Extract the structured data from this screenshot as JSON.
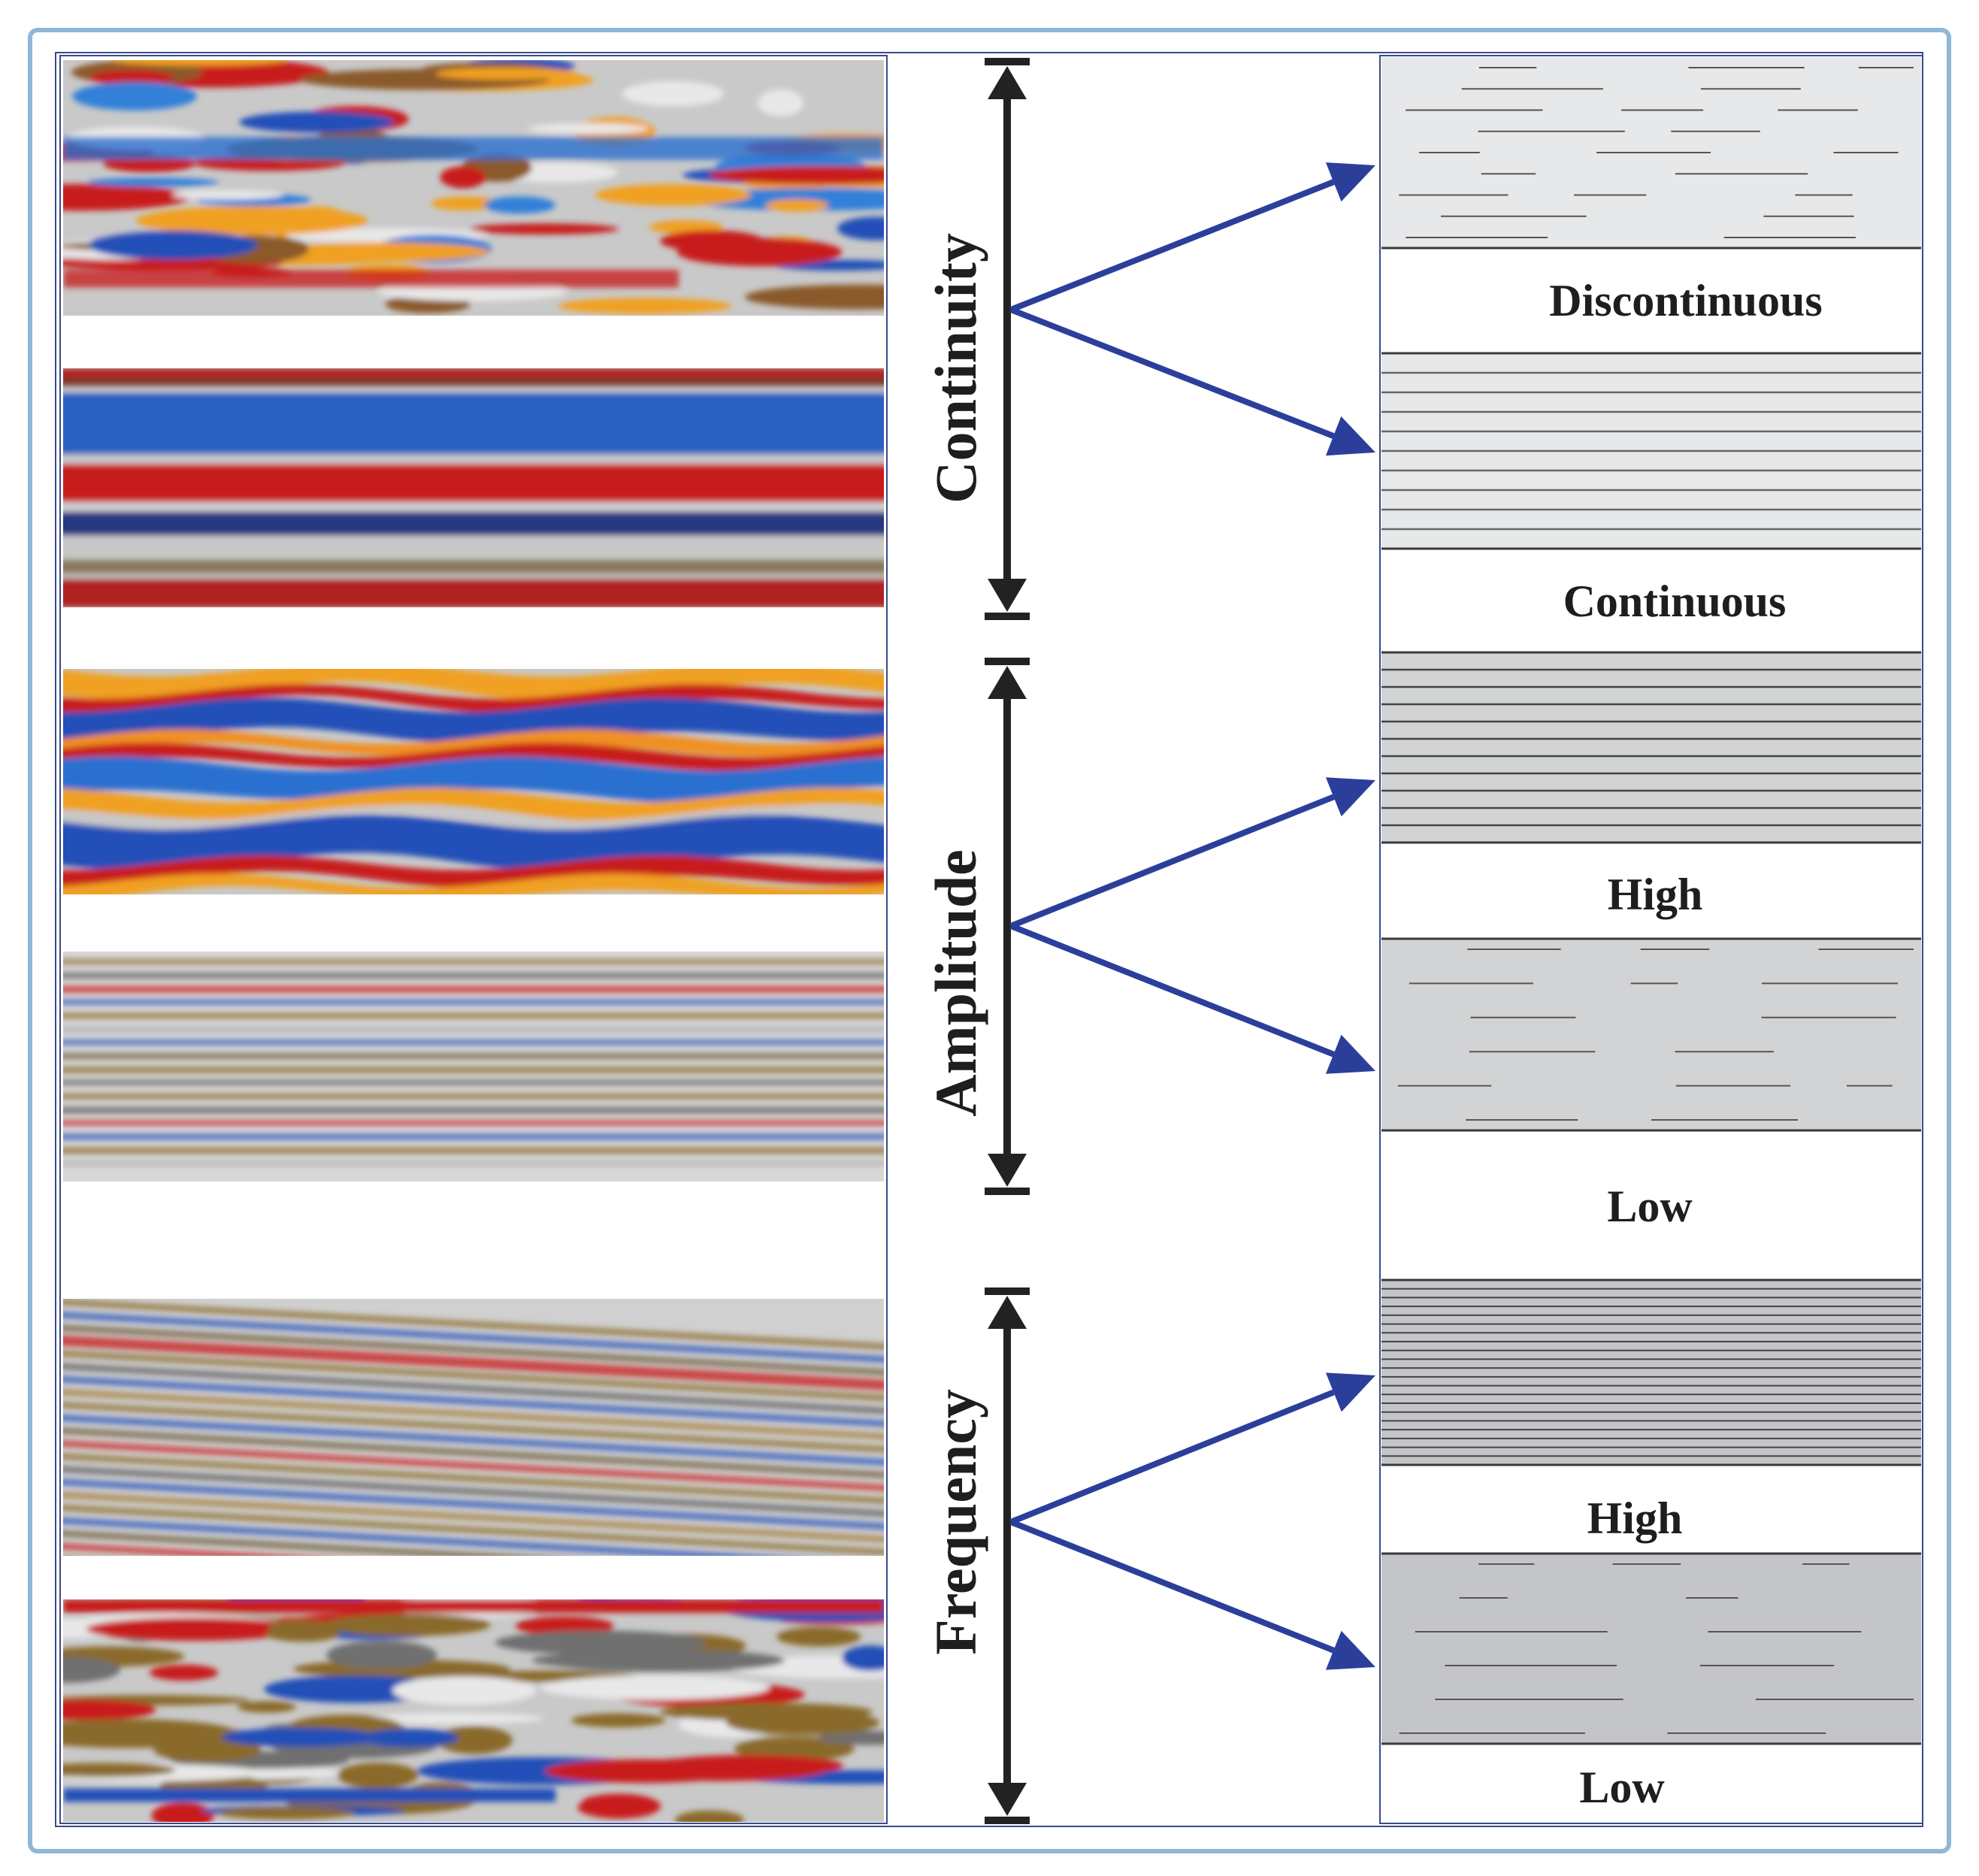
{
  "attributes": [
    {
      "axis_label": "Continuity",
      "classes": [
        {
          "label": "Discontinuous",
          "pattern": "short-dashes",
          "fill": "#e7e8ea"
        },
        {
          "label": "Continuous",
          "pattern": "thin-parallel-lines",
          "fill": "#e7e8ea"
        }
      ]
    },
    {
      "axis_label": "Amplitude",
      "classes": [
        {
          "label": "High",
          "pattern": "dark-parallel-lines",
          "fill": "#d2d3d5"
        },
        {
          "label": "Low",
          "pattern": "faint-dashes",
          "fill": "#d2d3d5"
        }
      ]
    },
    {
      "axis_label": "Frequency",
      "classes": [
        {
          "label": "High",
          "pattern": "dense-parallel-lines",
          "fill": "#c4c5c8"
        },
        {
          "label": "Low",
          "pattern": "sparse-dashes",
          "fill": "#c4c5c8"
        }
      ]
    }
  ],
  "colors": {
    "frame": "#8fb7d8",
    "panel_border": "#3a4a8a",
    "arrow": "#2b3f9a",
    "axis": "#222222",
    "seismic_red": "#c81e1e",
    "seismic_blue": "#2050b8",
    "seismic_orange": "#f0a020",
    "seismic_brown": "#8a6a2a",
    "seismic_gray": "#c9c9c9"
  }
}
